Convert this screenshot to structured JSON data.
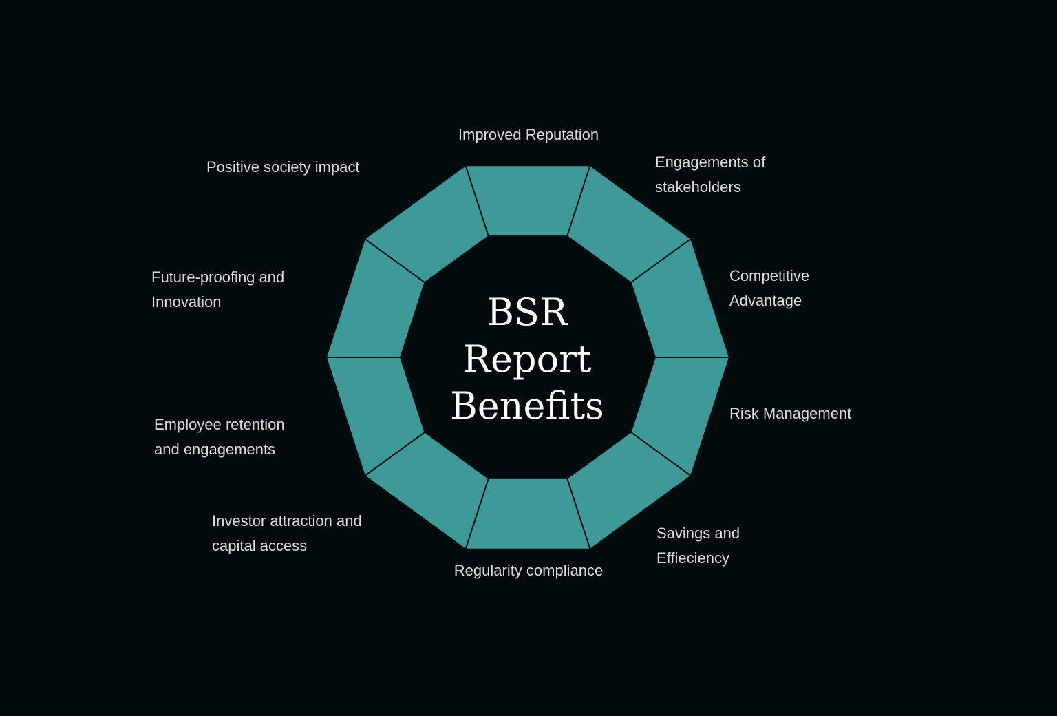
{
  "colors": {
    "background": "#020b0b",
    "segment_fill": "#3e9a99",
    "segment_edge": "#061010",
    "title_text": "#ffffff",
    "label_text": "#d8dcdb"
  },
  "diagram": {
    "type": "decagon-ring",
    "center_title_lines": [
      "BSR",
      "Report",
      "Benefits"
    ],
    "segments": [
      {
        "lines": [
          "Improved Reputation"
        ]
      },
      {
        "lines": [
          "Engagements of",
          "stakeholders"
        ]
      },
      {
        "lines": [
          "Competitive",
          "Advantage"
        ]
      },
      {
        "lines": [
          "Risk Management"
        ]
      },
      {
        "lines": [
          "Savings and",
          "Effieciency"
        ]
      },
      {
        "lines": [
          "Regularity compliance"
        ]
      },
      {
        "lines": [
          "Investor attraction and",
          "capital access"
        ]
      },
      {
        "lines": [
          "Employee retention",
          "and engagements"
        ]
      },
      {
        "lines": [
          "Future-proofing and",
          "Innovation"
        ]
      },
      {
        "lines": [
          "Positive society impact"
        ]
      }
    ]
  }
}
